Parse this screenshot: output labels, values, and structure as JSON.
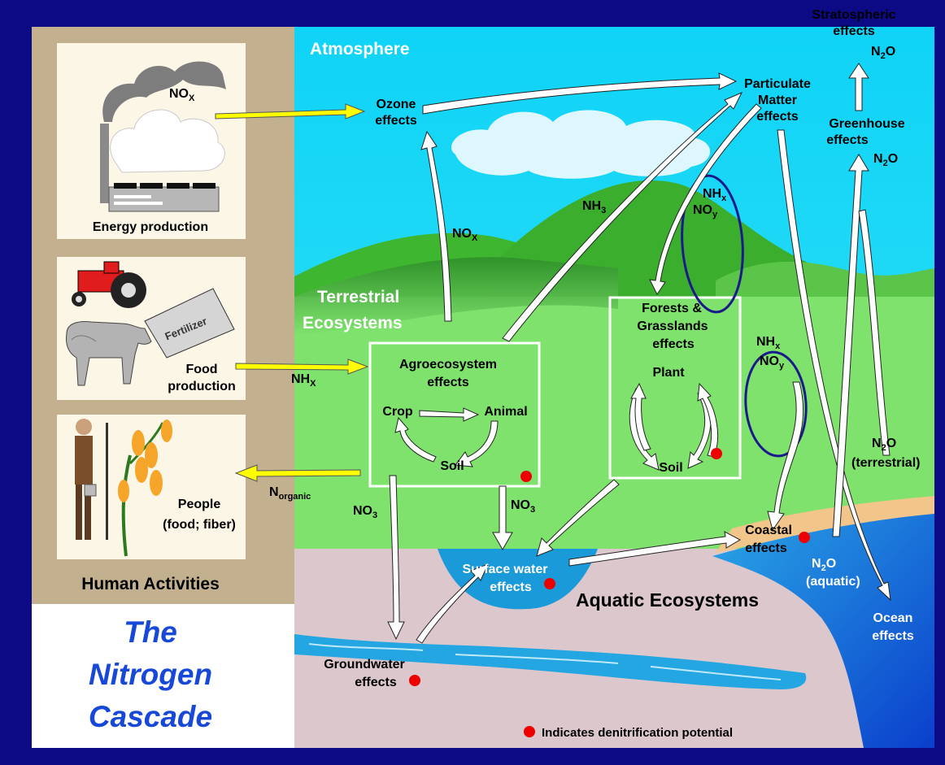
{
  "sidebar": {
    "title": "Human Activities",
    "energy_label": "Energy production",
    "energy_nox_main": "NO",
    "energy_nox_sub": "X",
    "fertilizer_label": "Fertilizer",
    "food_label_line1": "Food",
    "food_label_line2": "production",
    "people_label_line1": "People",
    "people_label_line2": "(food; fiber)"
  },
  "cascade_title": [
    "The",
    "Nitrogen",
    "Cascade"
  ],
  "zones": {
    "atmosphere": "Atmosphere",
    "terrestrial_line1": "Terrestrial",
    "terrestrial_line2": "Ecosystems",
    "aquatic": "Aquatic Ecosystems"
  },
  "nodes": {
    "ozone_line1": "Ozone",
    "ozone_line2": "effects",
    "particulate_line1": "Particulate",
    "particulate_line2": "Matter",
    "particulate_line3": "effects",
    "stratospheric_line1": "Stratospheric",
    "stratospheric_line2": "effects",
    "greenhouse_line1": "Greenhouse",
    "greenhouse_line2": "effects",
    "agro_line1": "Agroecosystem",
    "agro_line2": "effects",
    "crop": "Crop",
    "animal": "Animal",
    "soil_agro": "Soil",
    "forests_line1": "Forests &",
    "forests_line2": "Grasslands",
    "forests_line3": "effects",
    "plant": "Plant",
    "soil_forest": "Soil",
    "surface_line1": "Surface water",
    "surface_line2": "effects",
    "groundwater_line1": "Groundwater",
    "groundwater_line2": "effects",
    "coastal_line1": "Coastal",
    "coastal_line2": "effects",
    "ocean_line1": "Ocean",
    "ocean_line2": "effects"
  },
  "flows": {
    "nox": {
      "main": "NO",
      "sub": "X"
    },
    "nhx": {
      "main": "NH",
      "sub": "X"
    },
    "nh3": {
      "main": "NH",
      "sub": "3"
    },
    "norganic": {
      "main": "N",
      "sub": "organic"
    },
    "no3_left": {
      "main": "NO",
      "sub": "3"
    },
    "no3_center": {
      "main": "NO",
      "sub": "3"
    },
    "n2o_strat": {
      "main": "N",
      "sub": "2",
      "tail": "O"
    },
    "n2o_green": {
      "main": "N",
      "sub": "2",
      "tail": "O"
    },
    "n2o_terr": {
      "main": "N",
      "sub": "2",
      "tail": "O",
      "qualifier": "(terrestrial)"
    },
    "n2o_aquatic": {
      "main": "N",
      "sub": "2",
      "tail": "O",
      "qualifier": "(aquatic)"
    },
    "deposition_forest": {
      "nhx_main": "NH",
      "nhx_sub": "x",
      "noy_main": "NO",
      "noy_sub": "y"
    },
    "deposition_coast": {
      "nhx_main": "NH",
      "nhx_sub": "x",
      "noy_main": "NO",
      "noy_sub": "y"
    }
  },
  "legend": {
    "denitrification": "Indicates denitrification potential"
  },
  "colors": {
    "frame": "#0d0a86",
    "sidebar": "#c2b08f",
    "sky": "#17d6f5",
    "land": "#7fe26d",
    "aquatic_ground": "#dcc7cd",
    "water": "#1a9ad8",
    "flow_arrow": "#ffffff",
    "human_arrow": "#ffff00",
    "denitrification_dot": "#ee0000",
    "cascade_title": "#1848d8"
  }
}
